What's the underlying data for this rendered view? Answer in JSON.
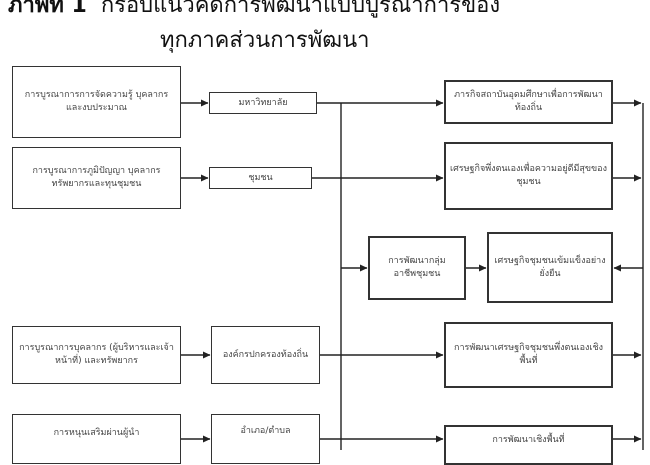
{
  "title": {
    "figure_label": "ภาพที่ 1",
    "line1": "กรอบแนวคิดการพัฒนาแบบบูรณาการของ",
    "line2": "ทุกภาคส่วนการพัฒนา"
  },
  "left_inputs": [
    "การบูรณาการการจัดความรู้ บุคลากรและงบประมาณ",
    "การบูรณาการภูมิปัญญา บุคลากร ทรัพยากรและทุนชุมชน",
    "การบูรณาการบุคลากร (ผู้บริหารและเจ้าหน้าที่) และทรัพยากร",
    "การหนุนเสริมผ่านผู้นำ"
  ],
  "actors": [
    "มหาวิทยาลัย",
    "ชุมชน",
    "องค์กรปกครองท้องถิ่น",
    "อำเภอ/ตำบล"
  ],
  "center_box": "การพัฒนากลุ่มอาชีพชุมชน",
  "outputs": [
    "ภารกิจสถาบันอุดมศึกษาเพื่อการพัฒนาท้องถิ่น",
    "เศรษฐกิจพึ่งตนเองเพื่อความอยู่ดีมีสุขของชุมชน",
    "เศรษฐกิจชุมชนเข้มแข็งอย่างยั่งยืน",
    "การพัฒนาเศรษฐกิจชุมชนพึ่งตนเองเชิงพื้นที่",
    "การพัฒนาเชิงพื้นที่"
  ]
}
